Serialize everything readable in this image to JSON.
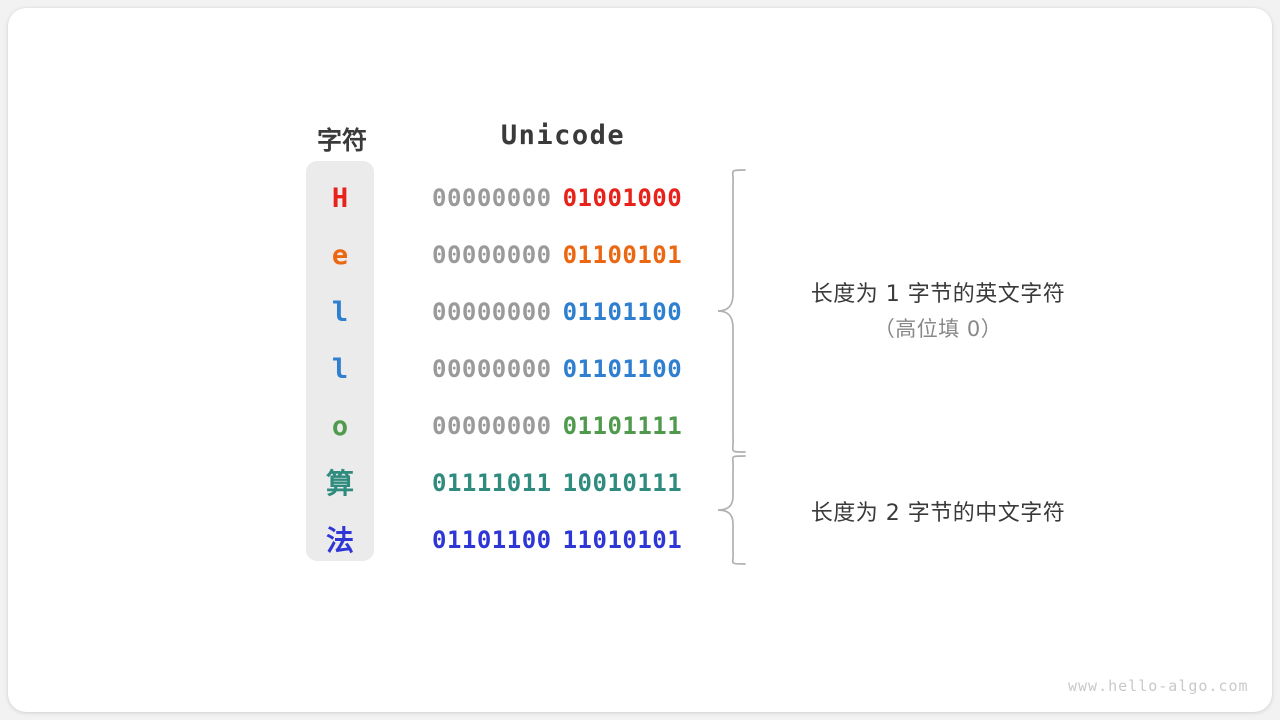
{
  "canvas": {
    "background": "#f2f2f2",
    "card_background": "#ffffff"
  },
  "headers": {
    "character": "字符",
    "unicode": "Unicode"
  },
  "palette": {
    "red": "#e8211a",
    "orange": "#ec6712",
    "blue": "#2f7fd1",
    "green": "#4f9a4c",
    "teal": "#2e8b7e",
    "indigo": "#2f36d6",
    "gray_high_bits": "#9a9a9a",
    "column_background": "#ebebeb",
    "brace": "#b0b0b0",
    "text_dark": "#3a3a3a",
    "text_muted": "#888888",
    "watermark": "#c9c9c9"
  },
  "rows": [
    {
      "char": "H",
      "color": "#e8211a",
      "high_byte": "00000000",
      "low_byte": "01001000",
      "cjk": false
    },
    {
      "char": "e",
      "color": "#ec6712",
      "high_byte": "00000000",
      "low_byte": "01100101",
      "cjk": false
    },
    {
      "char": "l",
      "color": "#2f7fd1",
      "high_byte": "00000000",
      "low_byte": "01101100",
      "cjk": false
    },
    {
      "char": "l",
      "color": "#2f7fd1",
      "high_byte": "00000000",
      "low_byte": "01101100",
      "cjk": false
    },
    {
      "char": "o",
      "color": "#4f9a4c",
      "high_byte": "00000000",
      "low_byte": "01101111",
      "cjk": false
    },
    {
      "char": "算",
      "color": "#2e8b7e",
      "high_byte": "01111011",
      "low_byte": "10010111",
      "cjk": true
    },
    {
      "char": "法",
      "color": "#2f36d6",
      "high_byte": "01101100",
      "low_byte": "11010101",
      "cjk": true
    }
  ],
  "annotations": {
    "english": {
      "line1": "长度为 1 字节的英文字符",
      "line2": "（高位填 0）"
    },
    "chinese": {
      "line1": "长度为 2 字节的中文字符"
    }
  },
  "watermark": "www.hello-algo.com"
}
